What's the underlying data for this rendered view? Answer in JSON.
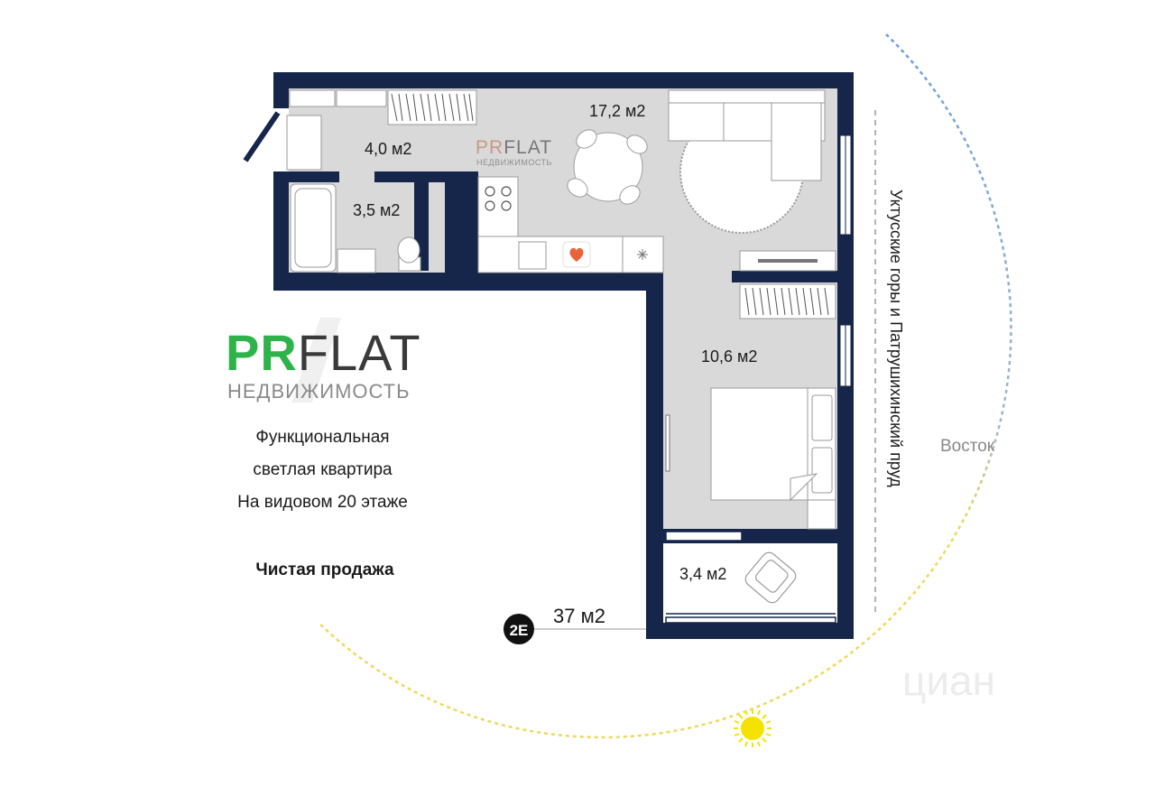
{
  "brand": {
    "name_accent": "PR",
    "name_rest": "FLAT",
    "subtitle": "НЕДВИЖИМОСТЬ",
    "accent_color": "#2db34a",
    "rest_color": "#3a3a3a"
  },
  "description": {
    "line1": "Функциональная",
    "line2": "светлая квартира",
    "line3": "На видовом 20 этаже",
    "sale": "Чистая продажа"
  },
  "rooms": [
    {
      "id": "hall",
      "area": "4,0 м2"
    },
    {
      "id": "bathroom",
      "area": "3,5 м2"
    },
    {
      "id": "living",
      "area": "17,2 м2"
    },
    {
      "id": "bedroom",
      "area": "10,6 м2"
    },
    {
      "id": "balcony",
      "area": "3,4 м2"
    }
  ],
  "total": {
    "badge": "2E",
    "area": "37 м2"
  },
  "orientation": {
    "view": "Уктусские горы и Патрушихинский пруд",
    "direction": "Восток"
  },
  "watermark": "циан",
  "colors": {
    "wall": "#15264a",
    "floor": "#d9d9d9",
    "sun": "#f5e200",
    "arc_blue": "#6a9ee0",
    "arc_yellow": "#f1d75a",
    "badge": "#111111"
  }
}
